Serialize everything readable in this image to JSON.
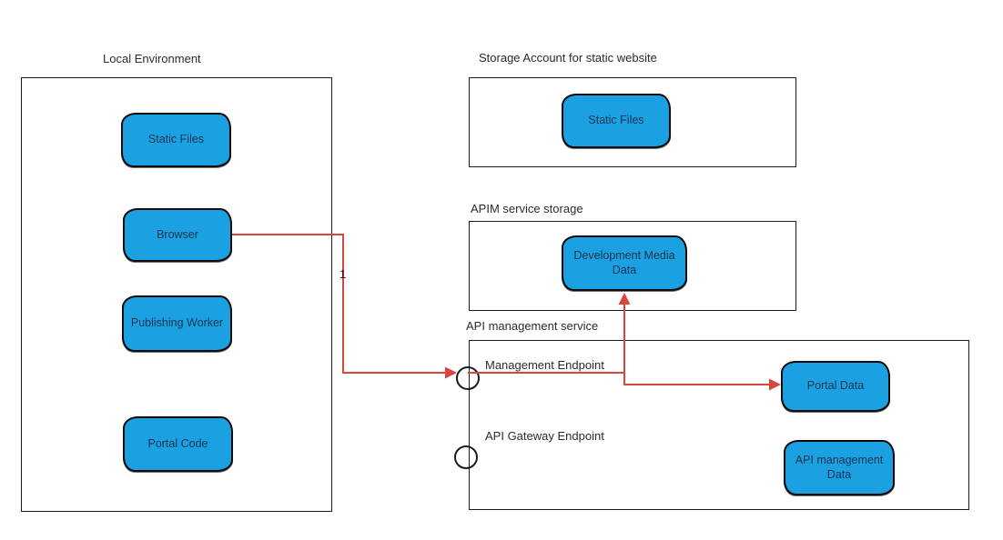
{
  "colors": {
    "node_fill": "#1ba1e2",
    "node_border": "#0b0b0b",
    "node_text": "#15344f",
    "container_border": "#1a1a1a",
    "edge_red": "#d9453f",
    "label_text": "#2b2b2b",
    "canvas_bg": "#ffffff"
  },
  "containers": [
    {
      "title": "Local Environment"
    },
    {
      "title": "Storage Account for static website"
    },
    {
      "title": "APIM service storage"
    },
    {
      "title": "API management service"
    }
  ],
  "endpoints": [
    {
      "label": "Management Endpoint"
    },
    {
      "label": "API Gateway Endpoint"
    }
  ],
  "nodes": [
    {
      "label": "Static Files",
      "container": "Local Environment"
    },
    {
      "label": "Browser",
      "container": "Local Environment"
    },
    {
      "label": "Publishing Worker",
      "container": "Local Environment"
    },
    {
      "label": "Portal Code",
      "container": "Local Environment"
    },
    {
      "label": "Static Files",
      "container": "Storage Account for static website"
    },
    {
      "label": "Development Media Data",
      "container": "APIM service storage"
    },
    {
      "label": "Portal Data",
      "container": "API management service"
    },
    {
      "label": "API management Data",
      "container": "API management service"
    }
  ],
  "edges": [
    {
      "from": "Browser",
      "to": "Management Endpoint",
      "label": "1"
    },
    {
      "from": "Management Endpoint",
      "to": "Development Media Data",
      "label": ""
    },
    {
      "from": "Management Endpoint",
      "to": "Portal Data",
      "label": ""
    }
  ]
}
